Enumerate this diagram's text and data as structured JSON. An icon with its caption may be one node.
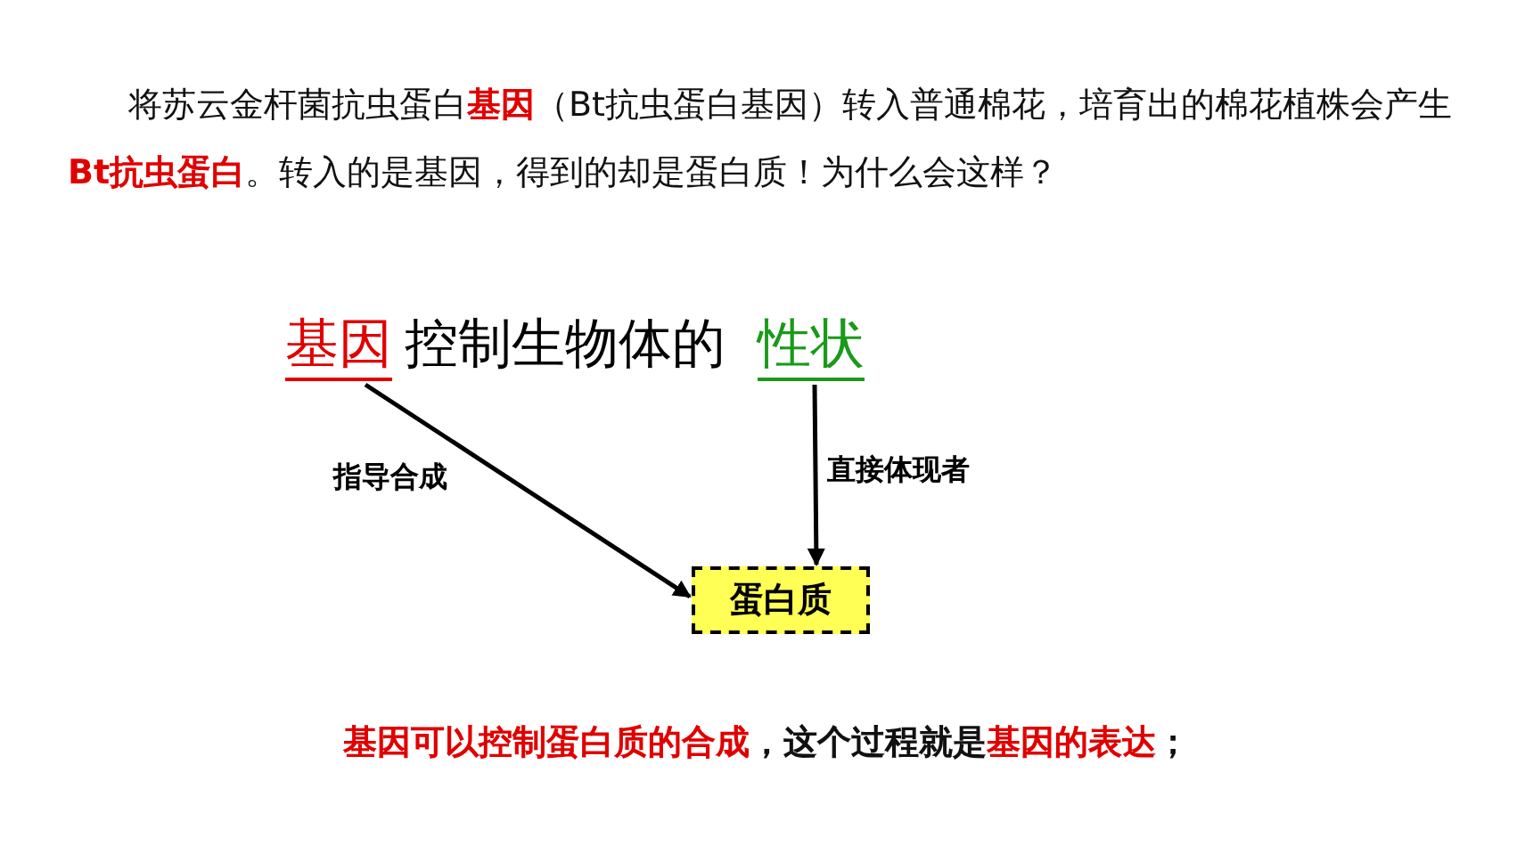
{
  "diagram": {
    "nodes": [
      {
        "text": [
          "基因"
        ]
      },
      {
        "text": [
          "性状"
        ]
      },
      {
        "text": [
          "蛋白质"
        ]
      }
    ],
    "edges": [
      {
        "from": 0,
        "to": 2,
        "arrow": "to",
        "label": "指导合成"
      },
      {
        "from": 1,
        "to": 2,
        "arrow": "to",
        "label": "直接体现者"
      }
    ],
    "labels": [
      "将苏云金杆菌抗虫蛋白**基因**（Bt抗虫蛋白基因）转入普通棉花，培育出的棉花植株会产生**Bt抗虫蛋白**。转入的是基因，得到的却是蛋白质！为什么会这样？",
      "控制生物体的",
      "**基因可以控制蛋白质的合成**，这个过程就是**基因的表达**；"
    ]
  }
}
